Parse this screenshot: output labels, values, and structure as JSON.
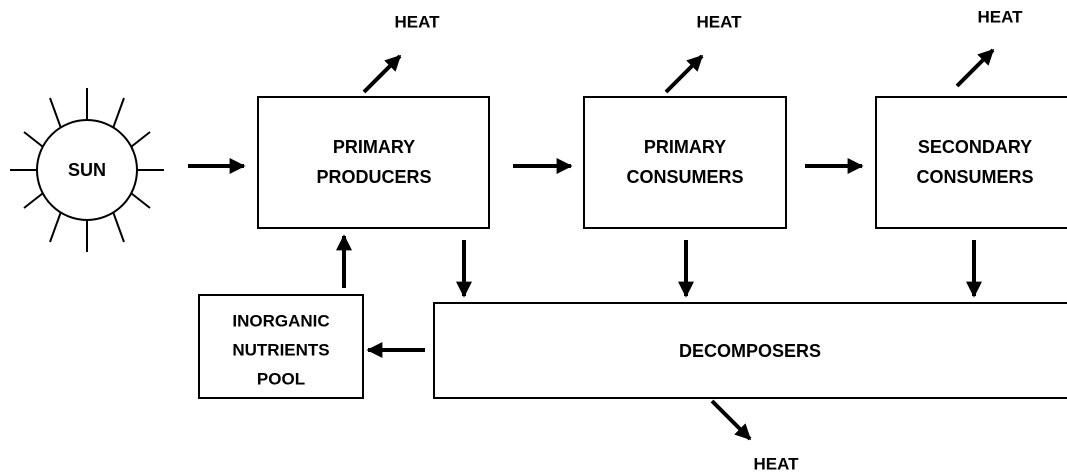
{
  "sun": {
    "label": "SUN"
  },
  "nodes": {
    "primary_producers": {
      "line1": "PRIMARY",
      "line2": "PRODUCERS"
    },
    "primary_consumers": {
      "line1": "PRIMARY",
      "line2": "CONSUMERS"
    },
    "secondary_consumers": {
      "line1": "SECONDARY",
      "line2": "CONSUMERS"
    },
    "inorganic_pool": {
      "line1": "INORGANIC",
      "line2": "NUTRIENTS",
      "line3": "POOL"
    },
    "decomposers": {
      "label": "DECOMPOSERS"
    }
  },
  "heat_labels": {
    "producers": "HEAT",
    "primary_consumers": "HEAT",
    "secondary_consumers": "HEAT",
    "decomposers": "HEAT"
  },
  "colors": {
    "stroke": "#000000",
    "fill": "#ffffff"
  }
}
